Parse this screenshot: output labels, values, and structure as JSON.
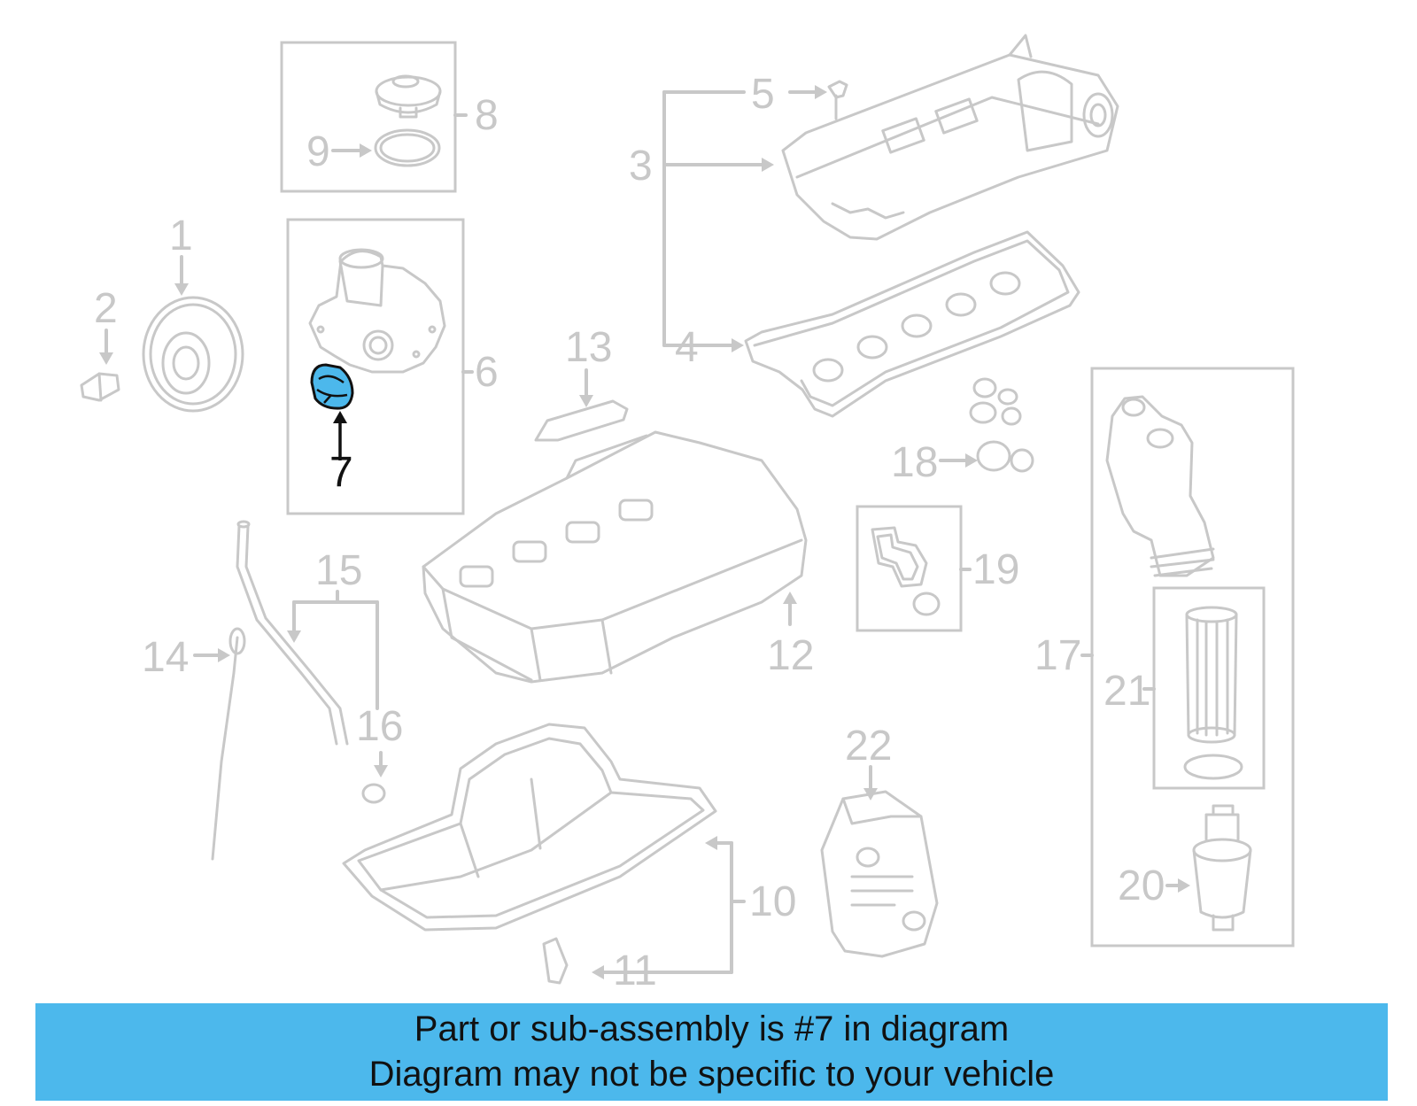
{
  "diagram": {
    "highlight_color": "#4cb8ec",
    "line_color": "#c8c8c8",
    "callouts": {
      "n1": "1",
      "n2": "2",
      "n3": "3",
      "n4": "4",
      "n5": "5",
      "n6": "6",
      "n7": "7",
      "n8": "8",
      "n9": "9",
      "n10": "10",
      "n11": "11",
      "n12": "12",
      "n13": "13",
      "n14": "14",
      "n15": "15",
      "n16": "16",
      "n17": "17",
      "n18": "18",
      "n19": "19",
      "n20": "20",
      "n21": "21",
      "n22": "22"
    },
    "highlighted_part": "7"
  },
  "banner": {
    "line1": "Part or sub-assembly is #7 in diagram",
    "line2": "Diagram may not be specific to your vehicle",
    "background": "#4cb8ec"
  }
}
